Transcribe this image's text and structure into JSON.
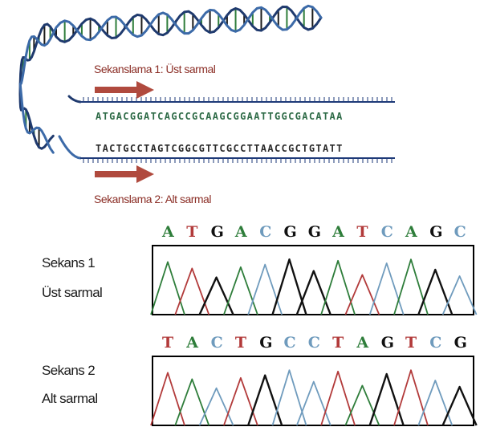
{
  "upper": {
    "sequencing1_label": "Sekanslama 1: Üst sarmal",
    "sequencing2_label": "Sekanslama 2: Alt sarmal",
    "top_strand": "ATGACGGATCAGCCGCAAGCGGAATTGGCGACATAA",
    "bottom_strand": "TACTGCCTAGTCGGCGTTCGCCTTAACCGCTGTATT"
  },
  "read1": {
    "title": "Sekans 1",
    "subtitle": "Üst sarmal",
    "bases": [
      "A",
      "T",
      "G",
      "A",
      "C",
      "G",
      "G",
      "A",
      "T",
      "C",
      "A",
      "G",
      "C"
    ]
  },
  "read2": {
    "title": "Sekans 2",
    "subtitle": "Alt sarmal",
    "bases": [
      "T",
      "A",
      "C",
      "T",
      "G",
      "C",
      "C",
      "T",
      "A",
      "G",
      "T",
      "C",
      "G"
    ]
  },
  "colors": {
    "A": "#2e7d3a",
    "T": "#b23a3a",
    "G": "#111111",
    "C": "#6f9bbd",
    "arrow": "#b04a3e",
    "strand": "#1e3a78"
  }
}
